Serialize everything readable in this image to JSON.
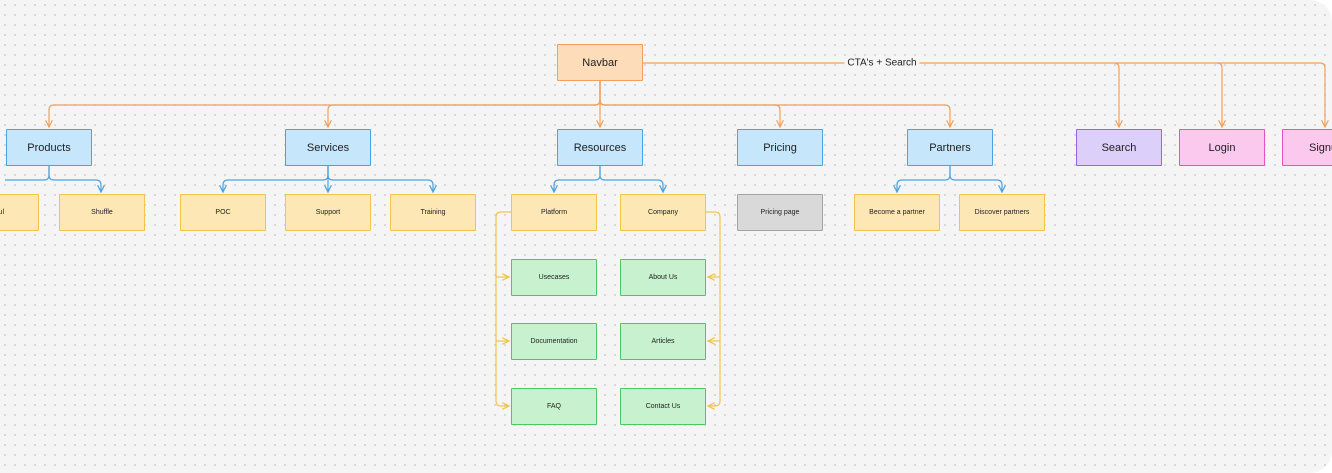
{
  "nodes": {
    "navbar": "Navbar",
    "products": "Products",
    "services": "Services",
    "resources": "Resources",
    "pricing": "Pricing",
    "partners": "Partners",
    "search": "Search",
    "login": "Login",
    "signup": "Signu",
    "products_child_partial": "ul",
    "shuffle": "Shuffle",
    "poc": "POC",
    "support": "Support",
    "training": "Training",
    "platform": "Platform",
    "company": "Company",
    "pricing_page": "Pricing page",
    "become_partner": "Become a partner",
    "discover_partners": "Discover partners",
    "usecases": "Usecases",
    "documentation": "Documentation",
    "faq": "FAQ",
    "about_us": "About Us",
    "articles": "Articles",
    "contact_us": "Contact Us"
  },
  "edge_labels": {
    "ctas_search": "CTA's + Search"
  },
  "colors": {
    "orange_fill": "#fddcb9",
    "orange_stroke": "#f2a05c",
    "blue_fill": "#c6e6fb",
    "blue_stroke": "#49a3e3",
    "yellow_fill": "#fde7b5",
    "yellow_stroke": "#f6c34a",
    "green_fill": "#c7f1cf",
    "green_stroke": "#4bc764",
    "grey_fill": "#d9d9d9",
    "purple_fill": "#dcd0fb",
    "pink_fill": "#fbc9ee"
  }
}
